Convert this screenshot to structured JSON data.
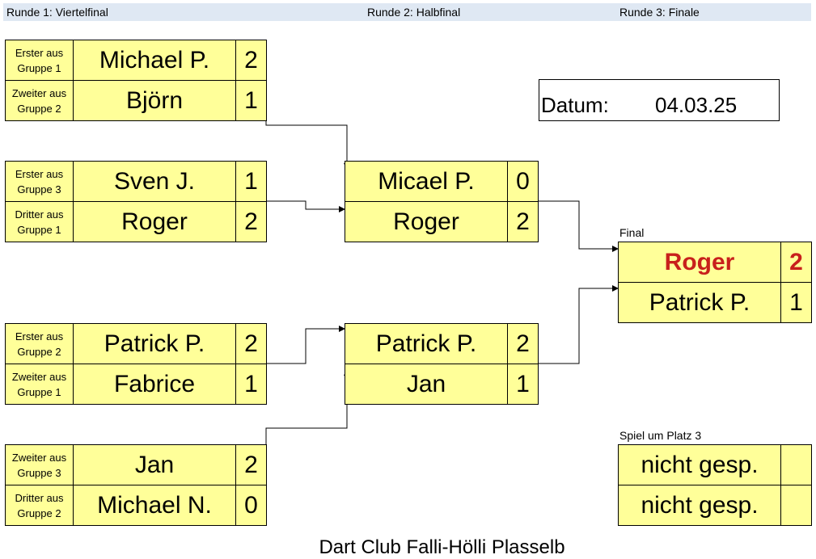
{
  "rounds": [
    "Runde 1:  Viertelfinal",
    "Runde 2:  Halbfinal",
    "Runde 3: Finale"
  ],
  "date": {
    "label": "Datum:",
    "value": "04.03.25"
  },
  "labels": {
    "final": "Final",
    "third_place": "Spiel um Platz 3"
  },
  "footer": "Dart Club Falli-Hölli Plasselb",
  "quarterfinals": [
    {
      "p1": {
        "seed": [
          "Erster aus",
          "Gruppe 1"
        ],
        "name": "Michael P.",
        "score": "2"
      },
      "p2": {
        "seed": [
          "Zweiter aus",
          "Gruppe 2"
        ],
        "name": "Björn",
        "score": "1"
      }
    },
    {
      "p1": {
        "seed": [
          "Erster aus",
          "Gruppe 3"
        ],
        "name": "Sven J.",
        "score": "1"
      },
      "p2": {
        "seed": [
          "Dritter aus",
          "Gruppe 1"
        ],
        "name": "Roger",
        "score": "2"
      }
    },
    {
      "p1": {
        "seed": [
          "Erster aus",
          "Gruppe 2"
        ],
        "name": "Patrick P.",
        "score": "2"
      },
      "p2": {
        "seed": [
          "Zweiter aus",
          "Gruppe 1"
        ],
        "name": "Fabrice",
        "score": "1"
      }
    },
    {
      "p1": {
        "seed": [
          "Zweiter aus",
          "Gruppe 3"
        ],
        "name": "Jan",
        "score": "2"
      },
      "p2": {
        "seed": [
          "Dritter aus",
          "Gruppe 2"
        ],
        "name": "Michael N.",
        "score": "0"
      }
    }
  ],
  "semifinals": [
    {
      "p1": {
        "name": "Micael P.",
        "score": "0"
      },
      "p2": {
        "name": "Roger",
        "score": "2"
      }
    },
    {
      "p1": {
        "name": "Patrick P.",
        "score": "2"
      },
      "p2": {
        "name": "Jan",
        "score": "1"
      }
    }
  ],
  "final": {
    "p1": {
      "name": "Roger",
      "score": "2"
    },
    "p2": {
      "name": "Patrick P.",
      "score": "1"
    }
  },
  "third_place": {
    "p1": {
      "name": "nicht gesp.",
      "score": ""
    },
    "p2": {
      "name": "nicht gesp.",
      "score": ""
    }
  },
  "colors": {
    "cell_fill": "#ffff99",
    "header_fill": "#dfe8f3",
    "winner_text": "#c8201c"
  }
}
